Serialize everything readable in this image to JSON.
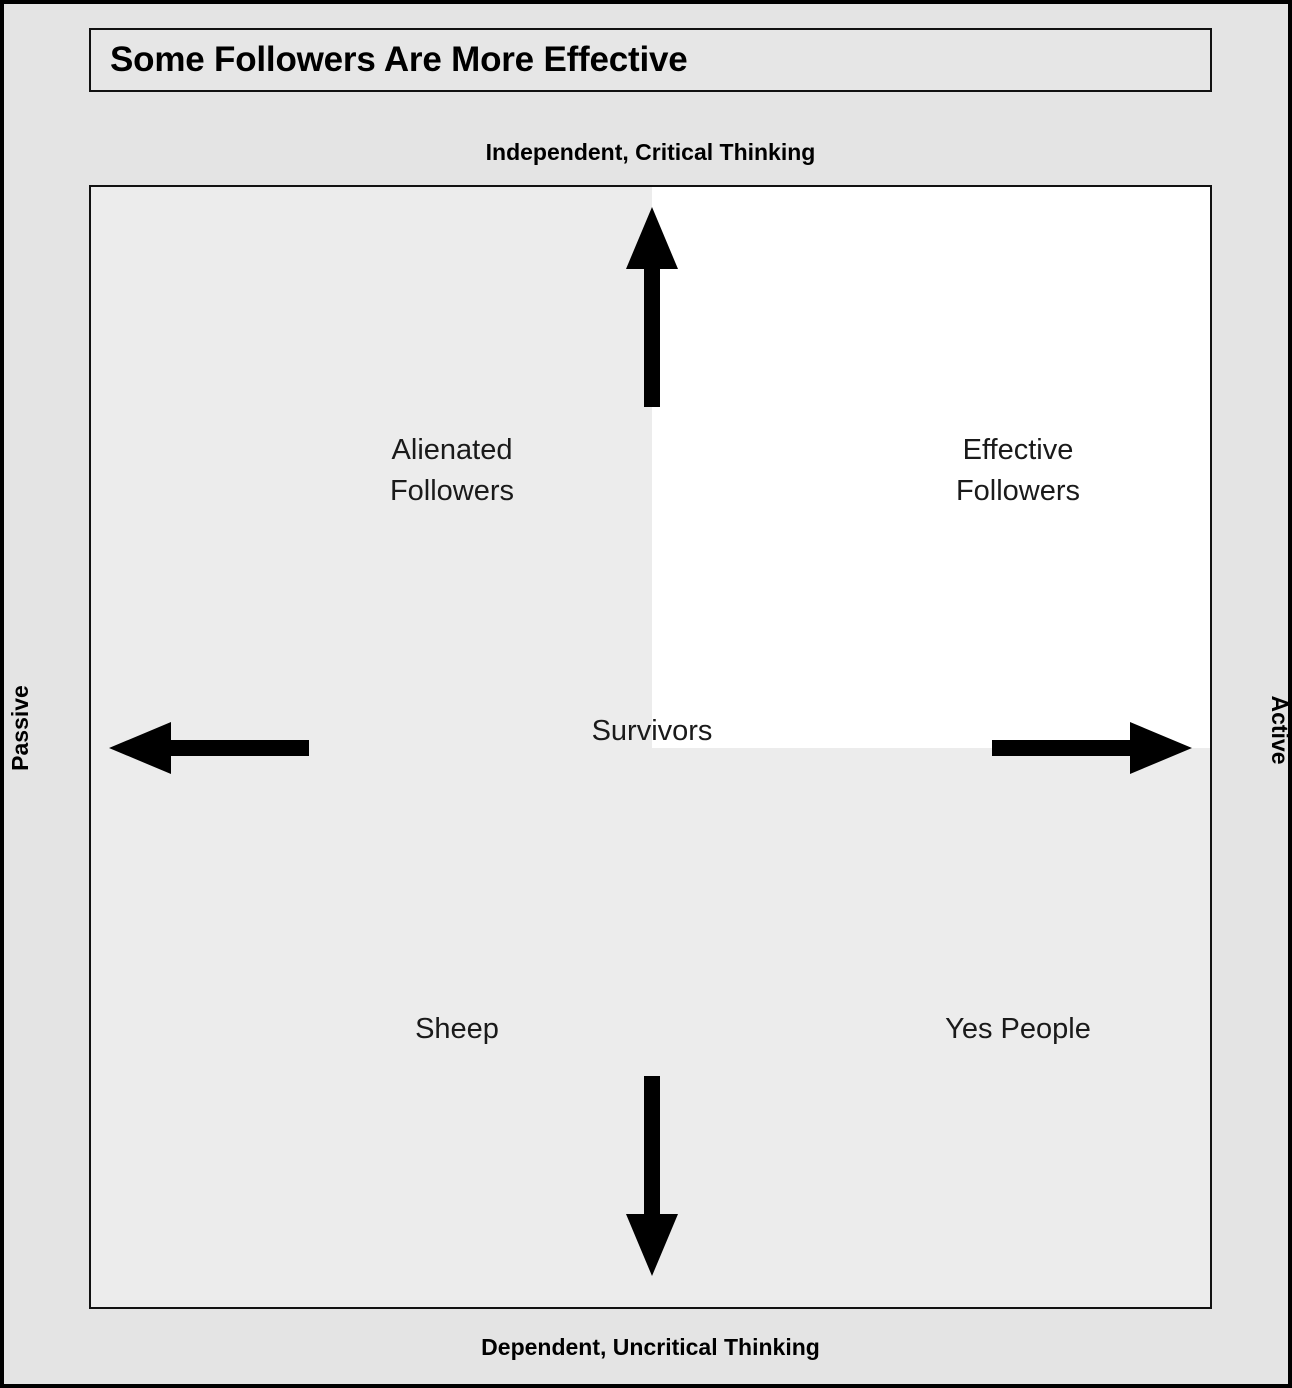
{
  "title": {
    "text": "Some Followers Are More Effective"
  },
  "axes": {
    "top": "Independent, Critical Thinking",
    "bottom": "Dependent, Uncritical Thinking",
    "left": "Passive",
    "right": "Active"
  },
  "quadrants": [
    {
      "id": "alienated",
      "label": "Alienated\nFollowers",
      "position": "top-left"
    },
    {
      "id": "effective",
      "label": "Effective\nFollowers",
      "position": "top-right"
    },
    {
      "id": "sheep",
      "label": "Sheep",
      "position": "bottom-left"
    },
    {
      "id": "yes-people",
      "label": "Yes People",
      "position": "bottom-right"
    }
  ],
  "center": {
    "label": "Survivors"
  },
  "arrows": [
    {
      "id": "arrow-up",
      "direction": "up"
    },
    {
      "id": "arrow-down",
      "direction": "down"
    },
    {
      "id": "arrow-left",
      "direction": "left"
    },
    {
      "id": "arrow-right",
      "direction": "right"
    }
  ],
  "colors": {
    "page_background": "#e4e4e4",
    "plot_background": "#ececec",
    "highlight_quadrant": "#ffffff",
    "line": "#111111",
    "text": "#000000"
  },
  "chart_data": {
    "type": "scatter",
    "title": "Some Followers Are More Effective",
    "subtype": "2x2-quadrant-matrix",
    "xlabel": "Passive ↔ Active",
    "ylabel": "Dependent, Uncritical Thinking ↔ Independent, Critical Thinking",
    "x_axis": {
      "left_pole": "Passive",
      "right_pole": "Active"
    },
    "y_axis": {
      "bottom_pole": "Dependent, Uncritical Thinking",
      "top_pole": "Independent, Critical Thinking"
    },
    "grid": false,
    "legend": "none",
    "quadrant_labels": {
      "top_left": "Alienated Followers",
      "top_right": "Effective Followers",
      "bottom_left": "Sheep",
      "bottom_right": "Yes People",
      "center": "Survivors"
    },
    "annotations": [
      "Independent, Critical Thinking",
      "Dependent, Uncritical Thinking",
      "Passive",
      "Active",
      "Survivors"
    ],
    "highlighted_quadrant": "top_right"
  }
}
